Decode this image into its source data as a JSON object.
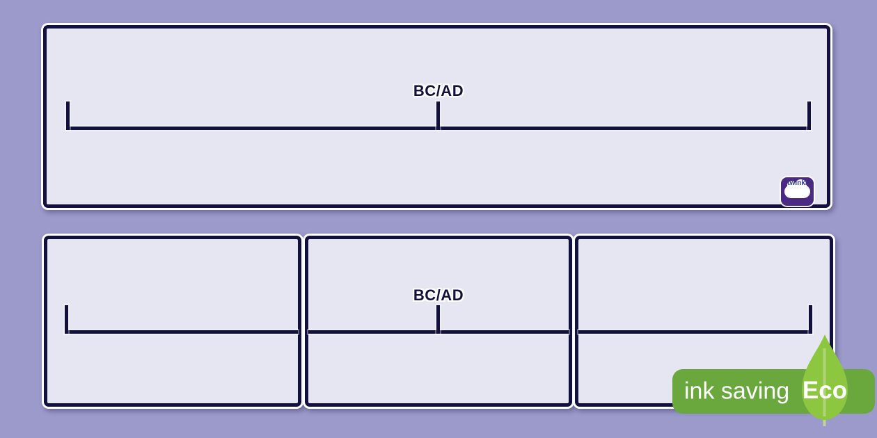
{
  "timelines": {
    "large": {
      "center_label": "BC/AD"
    },
    "segmented": {
      "center_label": "BC/AD"
    }
  },
  "branding": {
    "logo_text": "twinkl",
    "logo_background": "#4b2a84",
    "logo_text_color": "#2e3a97"
  },
  "eco_badge": {
    "label": "ink saving",
    "eco_label": "Eco",
    "badge_color": "#6aa83d",
    "leaf_color": "#8dc63f",
    "stem_color": "#c2de92",
    "text_color": "#ffffff"
  },
  "colors": {
    "page_background": "#9b9aca",
    "panel_fill": "#e6e6f2",
    "panel_border": "#11103e",
    "panel_outline": "#ffffff",
    "timeline_line": "#11103e"
  }
}
